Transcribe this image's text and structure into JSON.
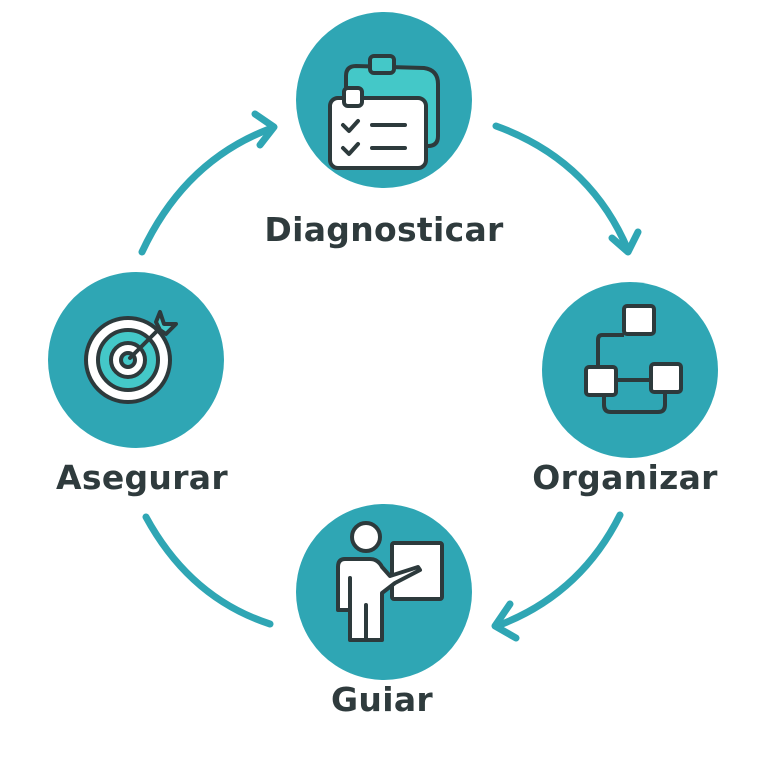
{
  "colors": {
    "circle": "#2fa6b4",
    "accent": "#44c8c8",
    "stroke": "#2d3a3c",
    "arrow": "#2fa6b4",
    "text": "#2f3b3d"
  },
  "steps": [
    {
      "label": "Diagnosticar",
      "icon": "clipboard-checklist-icon"
    },
    {
      "label": "Organizar",
      "icon": "flowchart-icon"
    },
    {
      "label": "Guiar",
      "icon": "presenter-board-icon"
    },
    {
      "label": "Asegurar",
      "icon": "target-arrow-icon"
    }
  ]
}
